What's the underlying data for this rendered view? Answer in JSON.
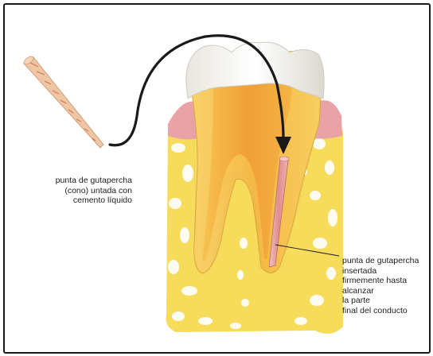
{
  "labels": {
    "cone": {
      "lines": [
        "punta de gutapercha",
        "(cono) untada con",
        "cemento líquido"
      ]
    },
    "inserted": {
      "lines": [
        "punta de gutapercha",
        "insertada",
        "firmemente hasta",
        "alcanzar",
        "la parte",
        "final del conducto"
      ]
    }
  },
  "colors": {
    "bone": "#f6dc5a",
    "bone_pore": "#ffffff",
    "gum": "#e9a2a6",
    "enamel": "#f3f1ea",
    "dentin": "#f6c24f",
    "pulp": "#f0a23a",
    "gutta_percha": "#e6a6a6",
    "arrow": "#1a1a1a"
  }
}
